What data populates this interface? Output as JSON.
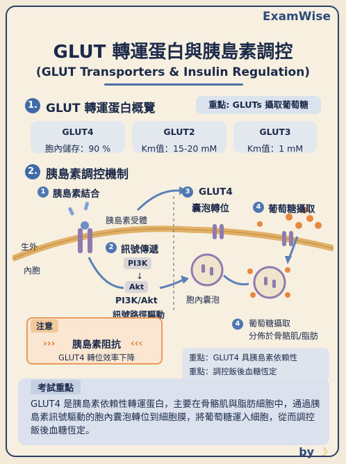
{
  "brand": "ExamWise",
  "title": "GLUT 轉運蛋白與胰島素調控",
  "subtitle": "(GLUT Transporters & Insulin Regulation)",
  "section1": {
    "num": "1.",
    "title": "GLUT 轉運蛋白概覽",
    "keypoint": "重點: GLUTs 攝取葡萄糖"
  },
  "cards": [
    {
      "name": "GLUT4",
      "detail": "胞內儲存：90 %"
    },
    {
      "name": "GLUT2",
      "detail": "Km值：15-20 mM"
    },
    {
      "name": "GLUT3",
      "detail": "Km值：1 mM"
    }
  ],
  "section2": {
    "num": "2.",
    "title": "胰島素調控機制"
  },
  "diagram": {
    "step1": {
      "num": "1",
      "label": "胰島素結合"
    },
    "receptor": "胰島素受體",
    "step2": {
      "num": "2",
      "label": "訊號傳遞"
    },
    "step3": {
      "num": "3",
      "label_line1": "GLUT4",
      "label_line2": "囊泡轉位"
    },
    "step4": {
      "num": "4",
      "label": "葡萄糖攝取"
    },
    "step4b": {
      "num": "4",
      "label_line1": "葡萄糖攝取",
      "label_line2": "分佈於骨骼肌/脂肪"
    },
    "extracellular": "生外",
    "intracellular": "內胞",
    "pi3k": "PI3K",
    "akt": "Akt",
    "pathway_line1": "PI3K/Akt",
    "pathway_line2": "訊號路徑驅動",
    "vesicle": "胞內囊泡"
  },
  "warning": {
    "tag": "注意",
    "title": "胰島素阻抗",
    "desc": "GLUT4 轉位效率下降"
  },
  "keypoints": [
    "重點：GLUT4 具胰島素依賴性",
    "重點：調控飯後血糖恆定"
  ],
  "exam": {
    "tag": "考試重點",
    "text": "GLUT4 是胰島素依賴性轉運蛋白，主要在骨骼肌與脂肪細胞中，通過胰島素訊號驅動的胞內囊泡轉位到細胞膜，將葡萄糖運入細胞，從而調控飯後血糖恆定。"
  },
  "byline": "by",
  "colors": {
    "accent": "#3e6aa8",
    "membrane": "#e2b066",
    "receptor": "#8f7bb0",
    "glucose": "#e9883d",
    "warning": "#e79a5a",
    "background": "#f3ead9"
  }
}
